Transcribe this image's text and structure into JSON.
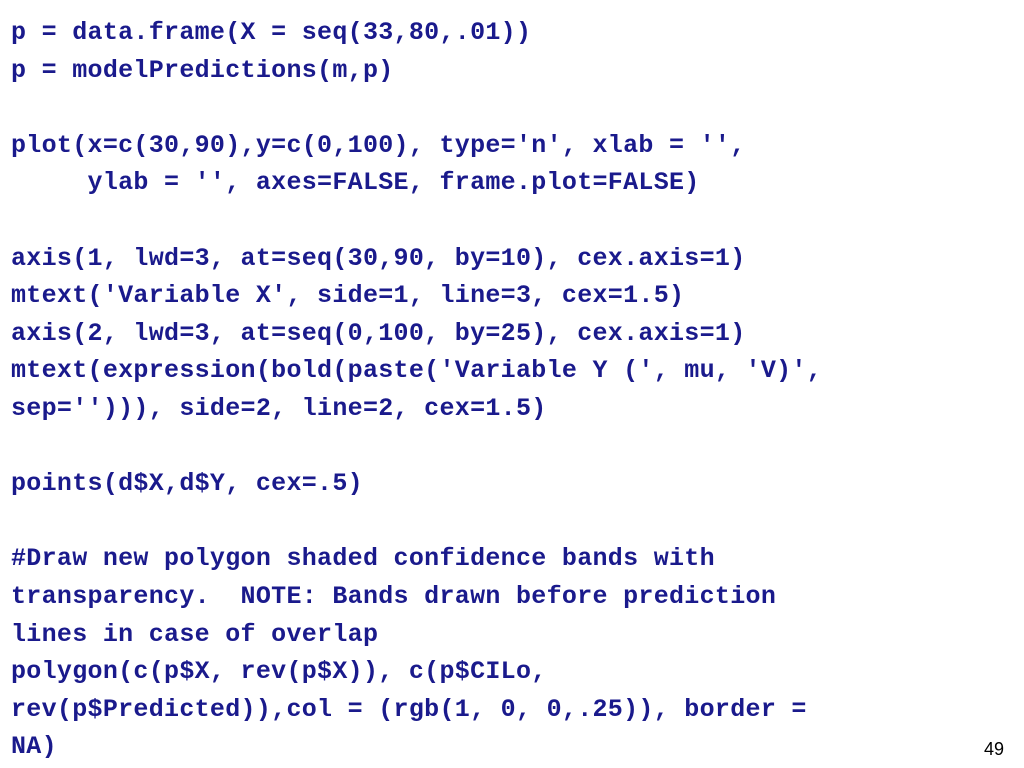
{
  "code": {
    "lines": [
      "p = data.frame(X = seq(33,80,.01))",
      "p = modelPredictions(m,p)",
      "",
      "plot(x=c(30,90),y=c(0,100), type='n', xlab = '',",
      "     ylab = '', axes=FALSE, frame.plot=FALSE)",
      "",
      "axis(1, lwd=3, at=seq(30,90, by=10), cex.axis=1)",
      "mtext('Variable X', side=1, line=3, cex=1.5)",
      "axis(2, lwd=3, at=seq(0,100, by=25), cex.axis=1)",
      "mtext(expression(bold(paste('Variable Y (', mu, 'V)',",
      "sep=''))), side=2, line=2, cex=1.5)",
      "",
      "points(d$X,d$Y, cex=.5)",
      "",
      "#Draw new polygon shaded confidence bands with",
      "transparency.  NOTE: Bands drawn before prediction",
      "lines in case of overlap",
      "polygon(c(p$X, rev(p$X)), c(p$CILo,",
      "rev(p$Predicted)),col = (rgb(1, 0, 0,.25)), border =",
      "NA)"
    ]
  },
  "page_number": "49",
  "colors": {
    "code_text": "#1a1a8c",
    "background": "#ffffff"
  }
}
